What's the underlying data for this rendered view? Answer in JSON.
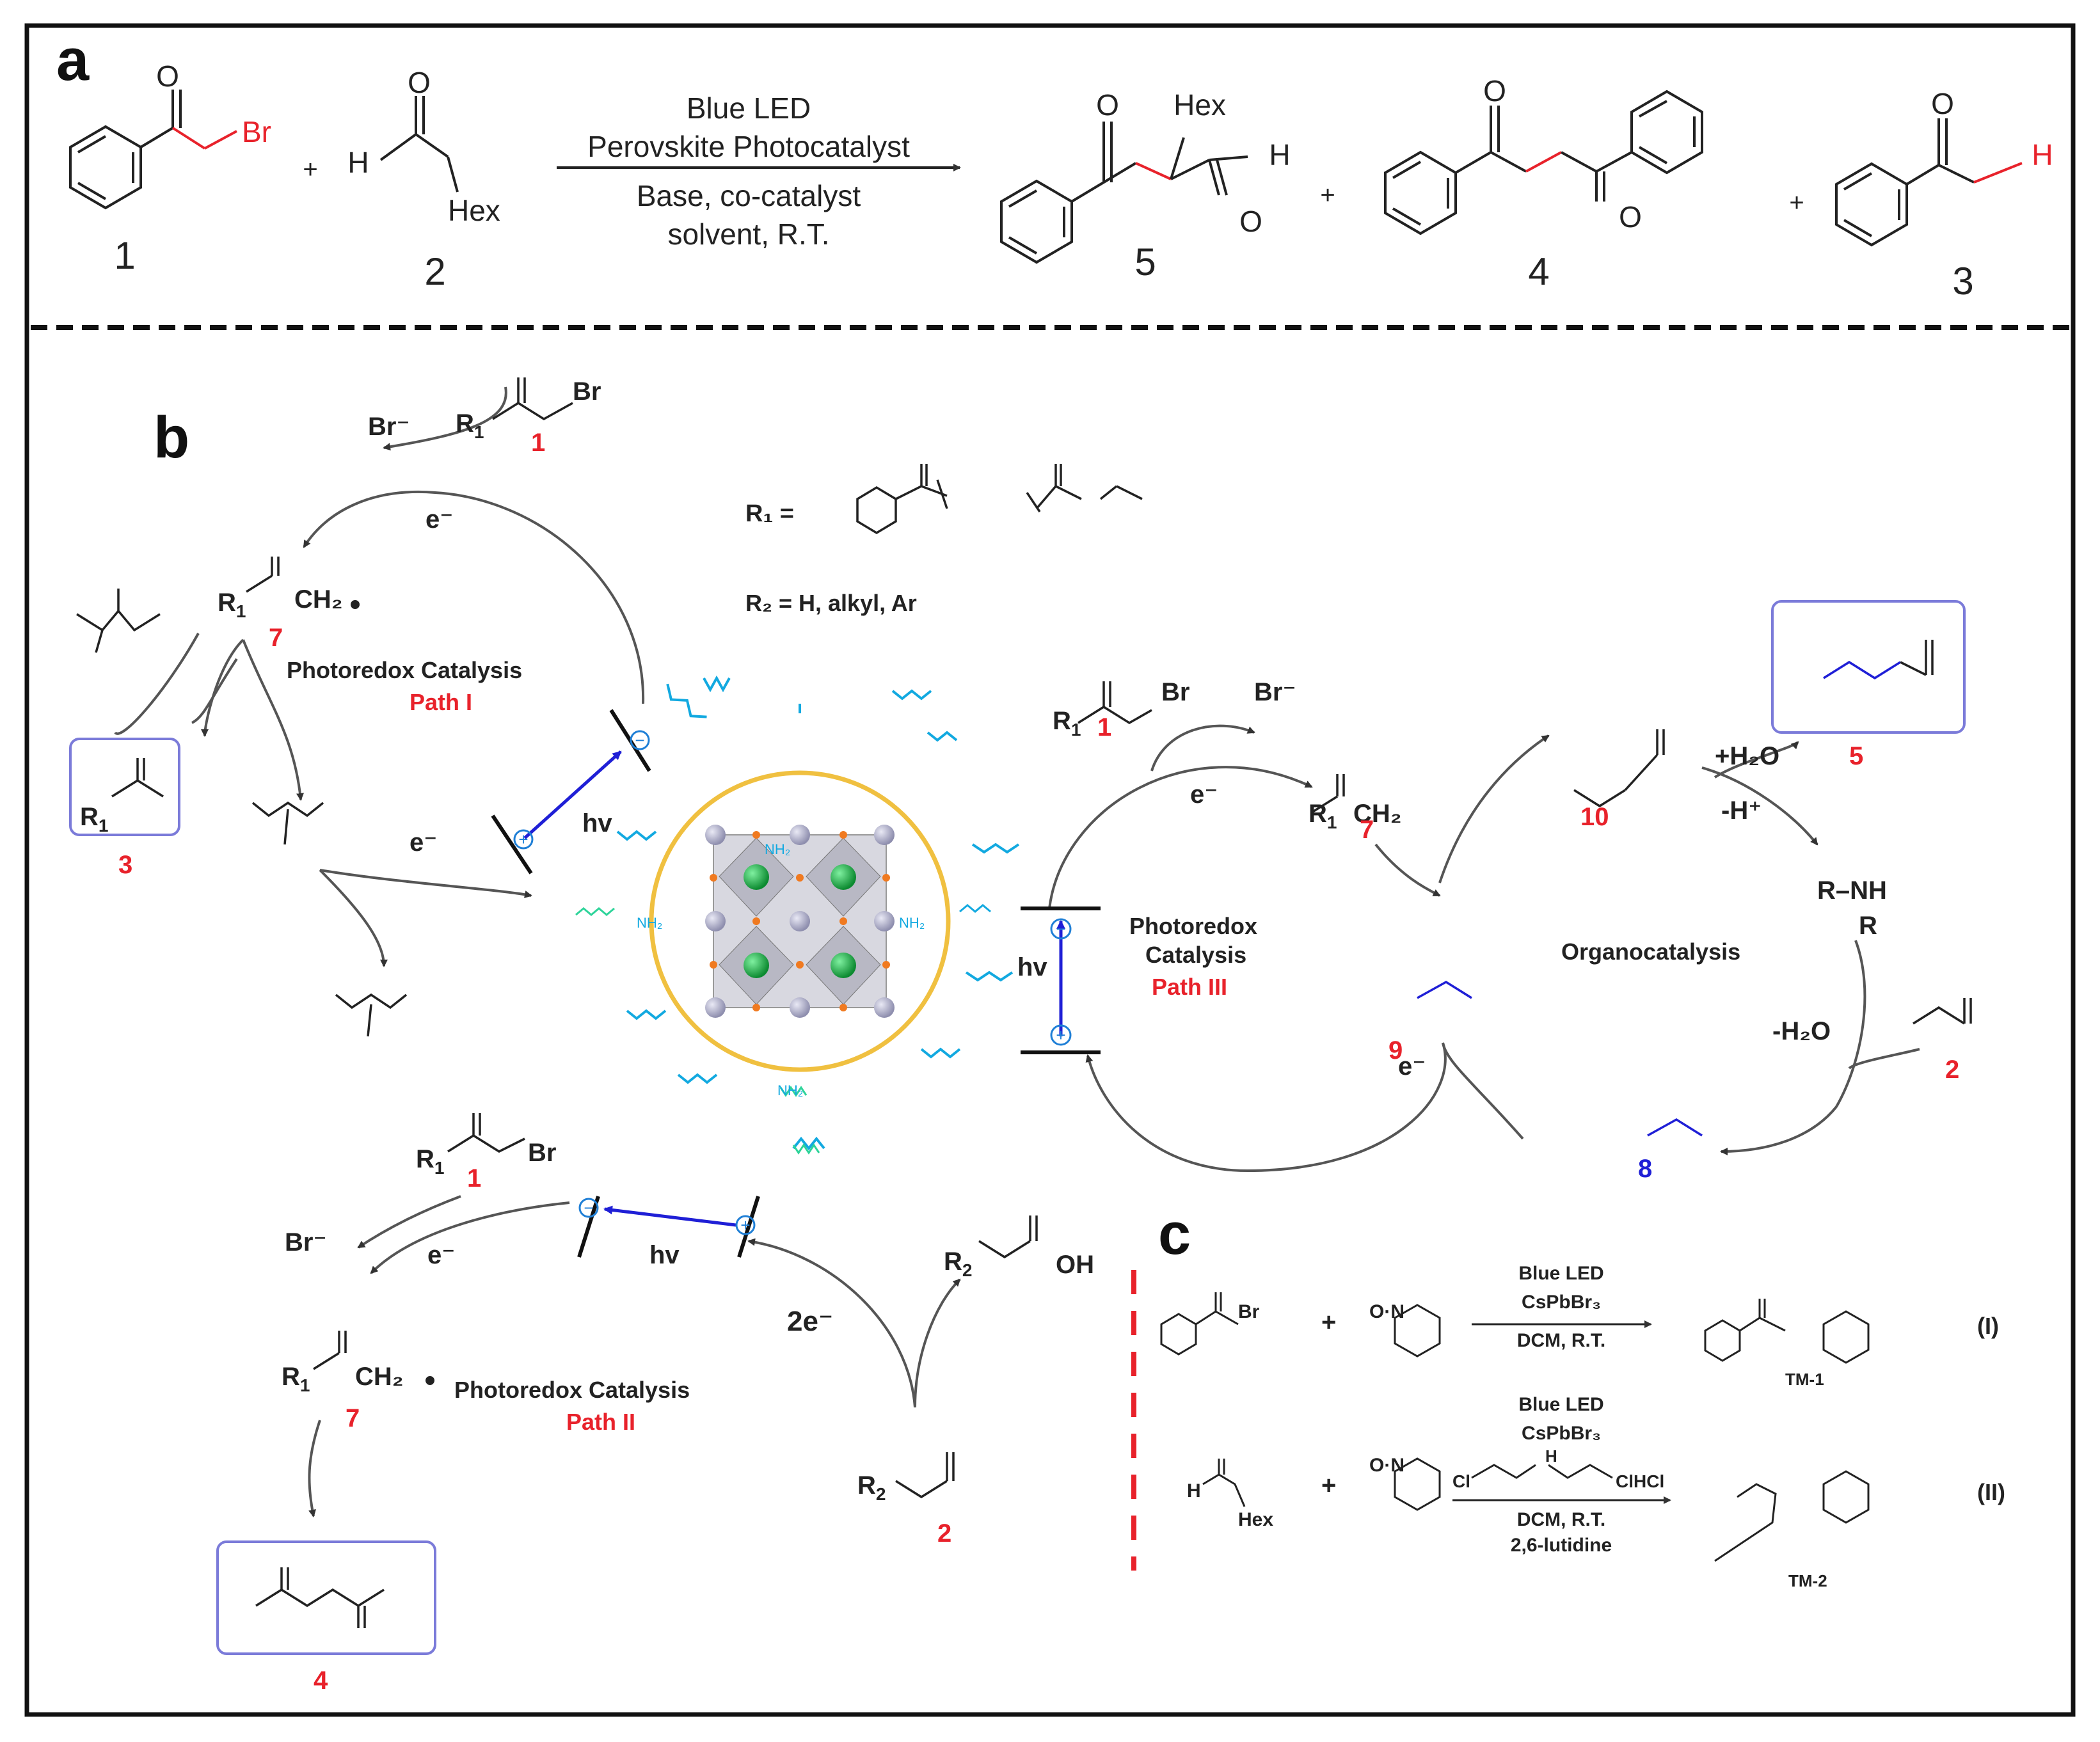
{
  "panels": {
    "a": "a",
    "b": "b",
    "c": "c"
  },
  "panel_a": {
    "conditions": [
      "Blue LED",
      "Perovskite Photocatalyst",
      "Base, co-catalyst",
      "solvent, R.T."
    ],
    "plus": "+",
    "compound_labels": [
      "1",
      "2",
      "5",
      "4",
      "3"
    ],
    "atoms": {
      "O": "O",
      "Br": "Br",
      "H": "H",
      "Hex": "Hex"
    }
  },
  "panel_b": {
    "r1_def": "R₁ =",
    "r2_def": "R₂ = H, alkyl, Ar",
    "path1_title": "Photoredox Catalysis",
    "path1_name": "Path I",
    "path2_title": "Photoredox Catalysis",
    "path2_name": "Path II",
    "path3_title_1": "Photoredox",
    "path3_title_2": "Catalysis",
    "path3_name": "Path III",
    "organocatalysis": "Organocatalysis",
    "electron": "e⁻",
    "two_electron": "2e⁻",
    "hv": "hv",
    "bromide": "Br⁻",
    "water_add": "+H₂O",
    "proton_loss": "-H⁺",
    "water_loss": "-H₂O",
    "amine": "R–NH",
    "amine_r": "R",
    "acid_oh": "OH",
    "ch2_radical": "CH₂",
    "ligand": "NH₂",
    "labels": {
      "one": "1",
      "two": "2",
      "three": "3",
      "four": "4",
      "five": "5",
      "seven": "7",
      "eight": "8",
      "nine": "9",
      "ten": "10"
    }
  },
  "panel_c": {
    "reaction_1": {
      "conditions": [
        "Blue LED",
        "CsPbBr₃",
        "DCM, R.T."
      ],
      "product": "TM-1",
      "numeral": "(I)"
    },
    "reaction_2": {
      "conditions": [
        "Blue LED",
        "CsPbBr₃",
        "DCM, R.T.",
        "2,6-lutidine"
      ],
      "cocatalyst_cl": "Cl",
      "cocatalyst_clhcl": "ClHCl",
      "cocatalyst_h": "H",
      "product": "TM-2",
      "numeral": "(II)"
    }
  },
  "colors": {
    "red": "#e8222b",
    "blue": "#1f1fd6",
    "box": "#7b7bd9",
    "cyan": "#12a9e0",
    "green_ligand": "#2ed49a",
    "gold": "#f0c040",
    "black": "#1a1a1a"
  }
}
